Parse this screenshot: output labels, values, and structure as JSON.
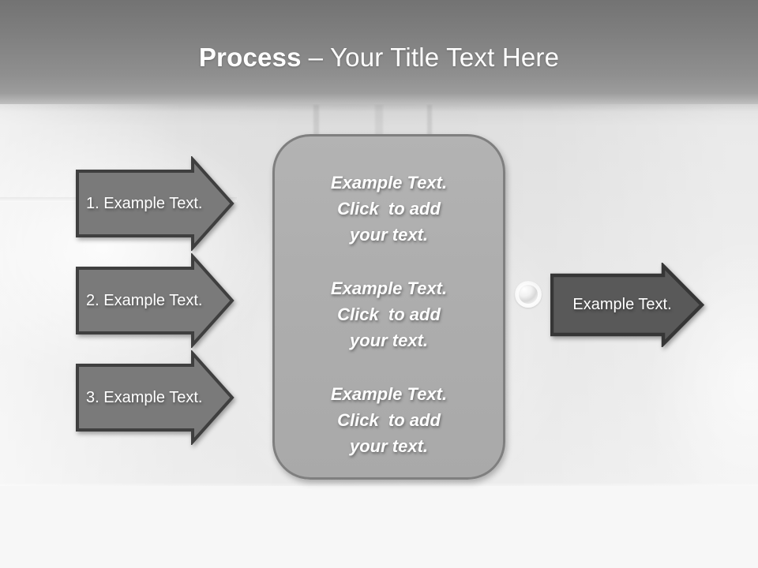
{
  "header": {
    "title_bold": "Process",
    "title_rest": "– Your Title Text Here"
  },
  "steps": [
    {
      "label": "1. Example Text."
    },
    {
      "label": "2. Example Text."
    },
    {
      "label": "3. Example Text."
    }
  ],
  "center_box": {
    "paragraphs": [
      {
        "line1": "Example Text.",
        "line2": "Click  to add",
        "line3": "your text."
      },
      {
        "line1": "Example Text.",
        "line2": "Click  to add",
        "line3": "your text."
      },
      {
        "line1": "Example Text.",
        "line2": "Click  to add",
        "line3": "your text."
      }
    ]
  },
  "result_arrow": {
    "label": "Example Text."
  },
  "colors": {
    "title_color": "#ffffff",
    "text_color": "#ffffff",
    "left_arrow_fill": "#7a7a7a",
    "left_arrow_border": "#3f3f3f",
    "right_arrow_fill": "#595959",
    "right_arrow_border": "#363636",
    "box_fill": "#aeaeae",
    "box_border": "#7f7f7f"
  }
}
